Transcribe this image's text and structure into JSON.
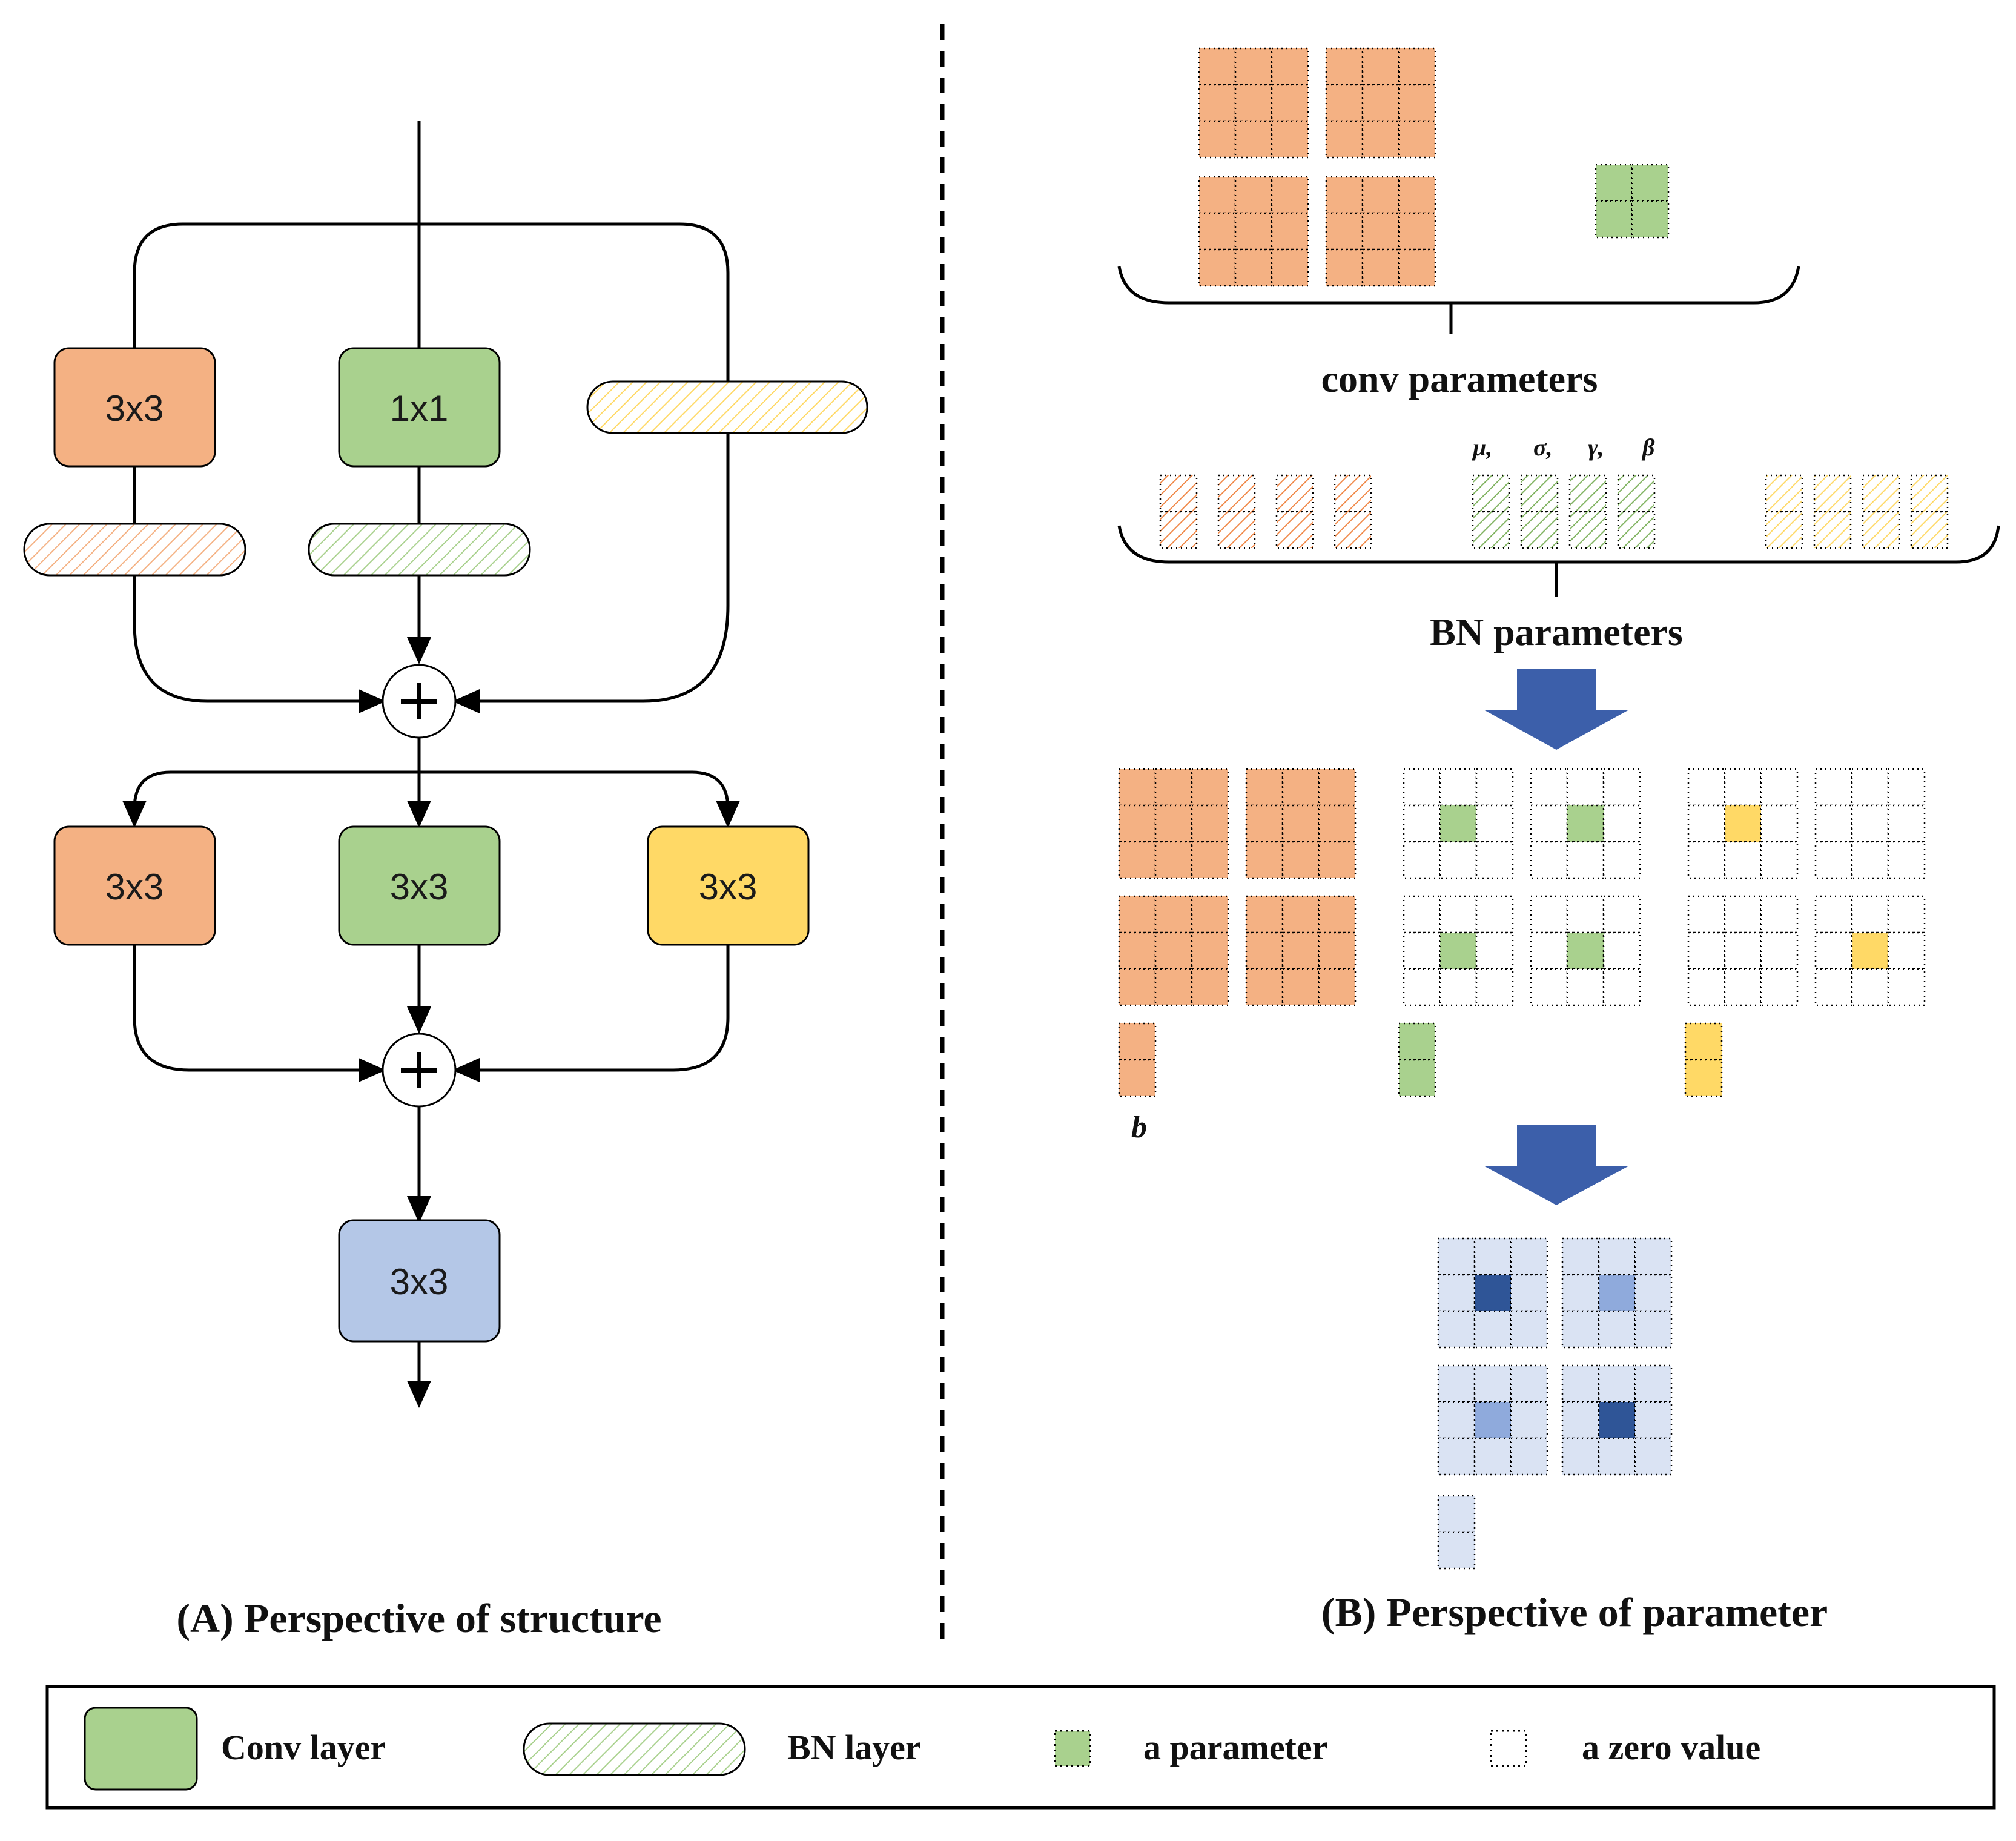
{
  "structure": {
    "branch1": {
      "top_left": "3x3",
      "top_mid": "1x1"
    },
    "branch2": {
      "left": "3x3",
      "mid": "3x3",
      "right": "3x3"
    },
    "final": "3x3",
    "caption": "(A) Perspective of structure"
  },
  "parameters": {
    "conv_label": "conv parameters",
    "bn_label": "BN parameters",
    "greek": [
      "μ,",
      "σ,",
      "γ,",
      "β"
    ],
    "bias_label": "b",
    "caption": "(B) Perspective of parameter"
  },
  "legend": {
    "conv": "Conv layer",
    "bn": "BN layer",
    "param": "a parameter",
    "zero": "a zero value"
  },
  "colors": {
    "orange": "#F4B183",
    "green": "#A9D18E",
    "yellow": "#FFD966",
    "blue_light": "#B4C7E7",
    "blue_pale": "#DAE3F3",
    "blue_mid": "#8FAADC",
    "blue_dark": "#2F5597",
    "arrow_blue": "#3C5FAA"
  }
}
